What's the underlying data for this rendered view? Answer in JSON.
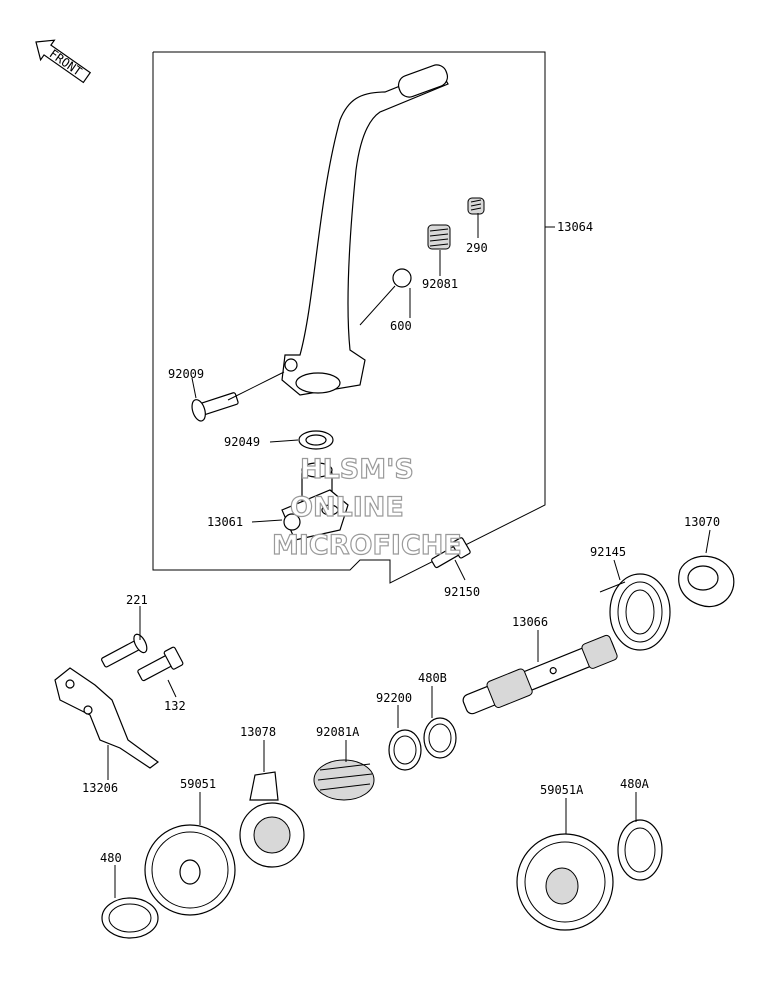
{
  "direction_marker": "FRONT",
  "watermark": [
    "HLSM'S",
    "ONLINE",
    "MICROFICHE"
  ],
  "parts": {
    "p13064": "13064",
    "p290": "290",
    "p92081": "92081",
    "p600": "600",
    "p92009": "92009",
    "p92049": "92049",
    "p13061": "13061",
    "p92150": "92150",
    "p13070": "13070",
    "p92145": "92145",
    "p13066": "13066",
    "p221": "221",
    "p132": "132",
    "p13206": "13206",
    "p480B": "480B",
    "p92200": "92200",
    "p92081A": "92081A",
    "p13078": "13078",
    "p59051": "59051",
    "p480": "480",
    "p59051A": "59051A",
    "p480A": "480A"
  }
}
